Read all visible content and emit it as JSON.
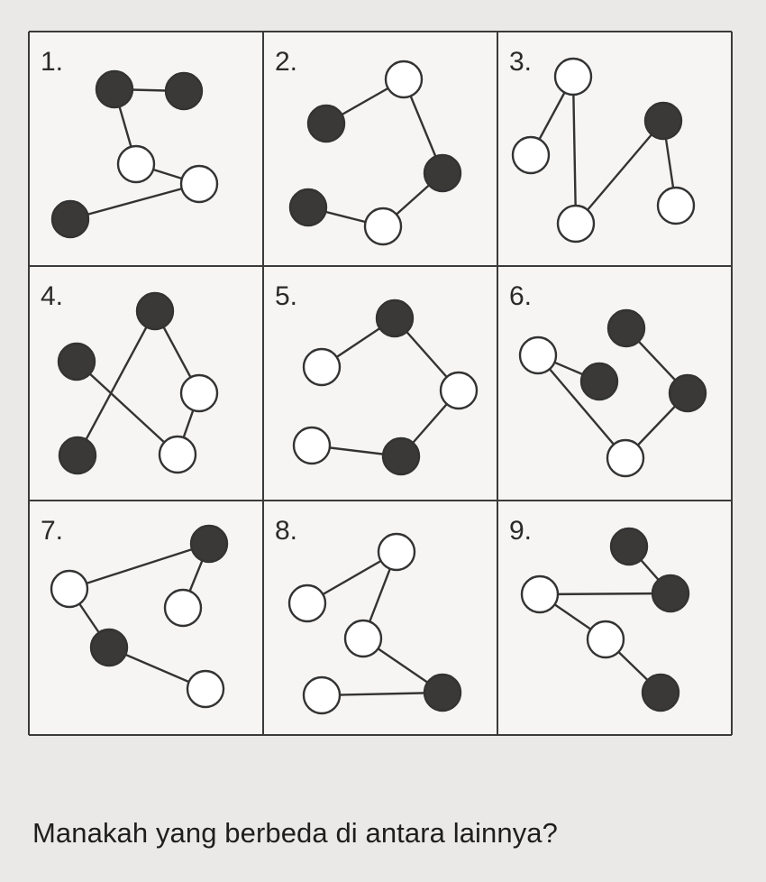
{
  "question": "Manakah yang berbeda di antara lainnya?",
  "colors": {
    "background": "#eae9e7",
    "cell_fill": "#f6f5f3",
    "grid_line": "#3a3a3a",
    "node_filled": "#3b3838",
    "node_empty": "#ffffff",
    "edge": "#333333"
  },
  "figures": [
    {
      "label": "1.",
      "nodes_filled": [
        true,
        true,
        false,
        false,
        true
      ],
      "edges": [
        [
          0,
          1
        ],
        [
          0,
          2
        ],
        [
          2,
          3
        ],
        [
          3,
          4
        ]
      ]
    },
    {
      "label": "2.",
      "nodes_filled": [
        true,
        false,
        true,
        false,
        true
      ],
      "edges": [
        [
          0,
          1
        ],
        [
          1,
          2
        ],
        [
          2,
          3
        ],
        [
          3,
          4
        ]
      ]
    },
    {
      "label": "3.",
      "nodes_filled": [
        false,
        false,
        false,
        true,
        false
      ],
      "edges": [
        [
          0,
          1
        ],
        [
          1,
          2
        ],
        [
          2,
          3
        ],
        [
          3,
          4
        ]
      ]
    },
    {
      "label": "4.",
      "nodes_filled": [
        true,
        false,
        false,
        true,
        true
      ],
      "edges": [
        [
          0,
          1
        ],
        [
          1,
          2
        ],
        [
          2,
          3
        ],
        [
          3,
          4
        ]
      ]
    },
    {
      "label": "5.",
      "nodes_filled": [
        false,
        true,
        false,
        true,
        false
      ],
      "edges": [
        [
          0,
          1
        ],
        [
          1,
          2
        ],
        [
          2,
          3
        ],
        [
          3,
          4
        ]
      ]
    },
    {
      "label": "6.",
      "nodes_filled": [
        true,
        false,
        false,
        true,
        true
      ],
      "edges": [
        [
          0,
          1
        ],
        [
          1,
          2
        ],
        [
          2,
          3
        ],
        [
          3,
          4
        ]
      ]
    },
    {
      "label": "7.",
      "nodes_filled": [
        false,
        true,
        false,
        true,
        false
      ],
      "edges": [
        [
          0,
          1
        ],
        [
          1,
          2
        ],
        [
          0,
          3
        ],
        [
          3,
          4
        ]
      ]
    },
    {
      "label": "8.",
      "nodes_filled": [
        false,
        false,
        false,
        true,
        false
      ],
      "edges": [
        [
          0,
          1
        ],
        [
          1,
          2
        ],
        [
          2,
          3
        ],
        [
          3,
          4
        ]
      ]
    },
    {
      "label": "9.",
      "nodes_filled": [
        true,
        true,
        false,
        false,
        true
      ],
      "edges": [
        [
          0,
          1
        ],
        [
          1,
          2
        ],
        [
          2,
          3
        ],
        [
          3,
          4
        ]
      ]
    }
  ]
}
